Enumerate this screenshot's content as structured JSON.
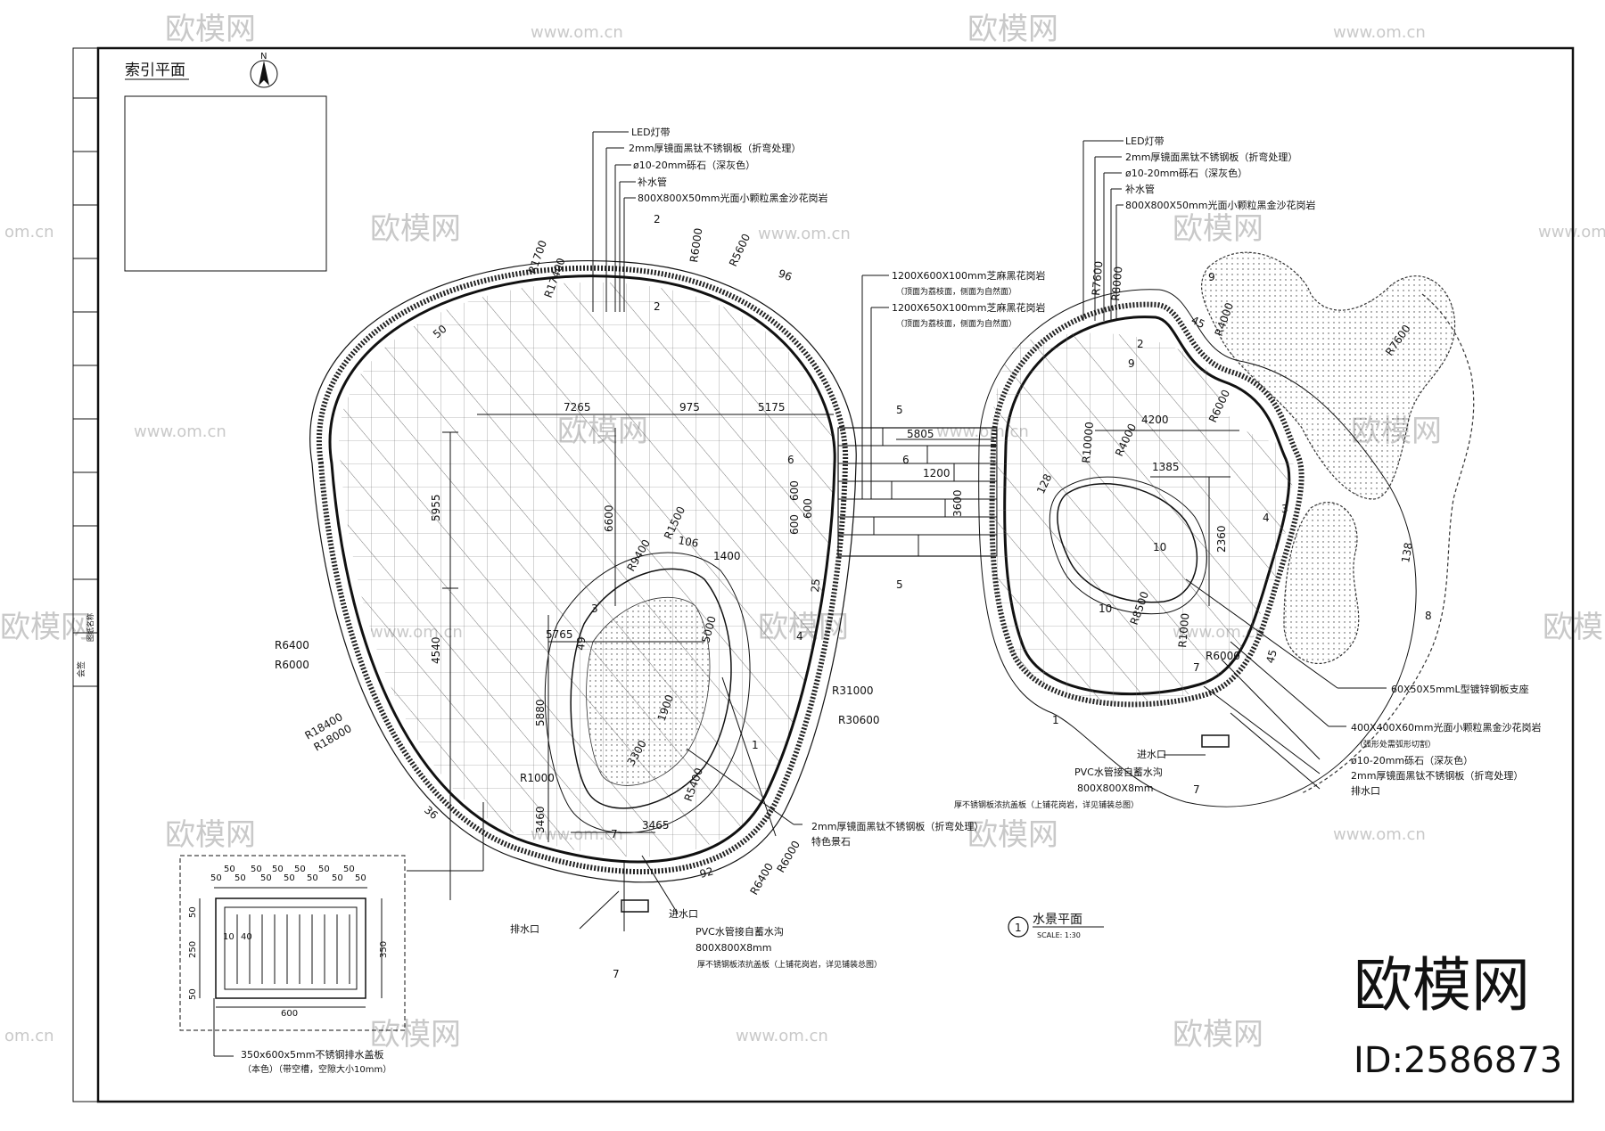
{
  "watermark": {
    "brand": "欧模网",
    "url": "www.om.cn",
    "url_partial": "om.cn",
    "id_label": "ID:2586873"
  },
  "index_plan": {
    "title": "索引平面",
    "north": "N"
  },
  "title_block": {
    "col1": "会签",
    "col2": "图纸名称"
  },
  "left_pool_labels": [
    "LED灯带",
    "2mm厚镜面黑钛不锈钢板（折弯处理）",
    "ø10-20mm砾石（深灰色）",
    "补水管",
    "800X800X50mm光面小颗粒黑金沙花岗岩"
  ],
  "right_pool_labels": [
    "LED灯带",
    "2mm厚镜面黑钛不锈钢板（折弯处理）",
    "ø10-20mm砾石（深灰色）",
    "补水管",
    "800X800X50mm光面小颗粒黑金沙花岗岩"
  ],
  "bridge_labels": [
    "1200X600X100mm芝麻黑花岗岩",
    "（顶面为荔枝面，侧面为自然面）",
    "1200X650X100mm芝麻黑花岗岩",
    "（顶面为荔枝面，侧面为自然面）"
  ],
  "left_bottom_labels": [
    "进水口",
    "PVC水管接自蓄水沟",
    "800X800X8mm",
    "厚不锈钢板浓抗盖板（上铺花岗岩，详见铺装总图）",
    "排水口",
    "2mm厚镜面黑钛不锈钢板（折弯处理）",
    "特色景石"
  ],
  "right_bottom_labels": [
    "60X50X5mmL型镀锌钢板支座",
    "400X400X60mm光面小颗粒黑金沙花岗岩",
    "（弧形处需弧形切割）",
    "ø10-20mm砾石（深灰色）",
    "2mm厚镜面黑钛不锈钢板（折弯处理）",
    "排水口"
  ],
  "right_inlet_labels": [
    "进水口",
    "PVC水管接自蓄水沟",
    "800X800X8mm",
    "厚不锈钢板浓抗盖板（上铺花岗岩，详见铺装总图）"
  ],
  "cover_detail": {
    "note1": "350x600x5mm不锈钢排水盖板",
    "note2": "（本色）（带空槽，空隙大小10mm）",
    "dims_top": [
      "50",
      "50",
      "50",
      "50",
      "50",
      "50",
      "50",
      "50",
      "50",
      "50",
      "50",
      "50",
      "50"
    ],
    "dim_250": "250",
    "dim_350": "350",
    "dim_600": "600",
    "dim_50a": "50",
    "dim_50b": "50",
    "dim_10": "10",
    "dim_40": "40"
  },
  "plan_title": {
    "number": "1",
    "title": "水景平面",
    "scale": "SCALE: 1:30"
  },
  "dims": {
    "d7265": "7265",
    "d975": "975",
    "d5175": "5175",
    "d5955": "5955",
    "d6600": "6600",
    "d5765": "5765",
    "d4540": "4540",
    "d5880": "5880",
    "d3460": "3460",
    "d3465": "3465",
    "d5805": "5805",
    "d1200": "1200",
    "d3600": "3600",
    "d600a": "600",
    "d600b": "600",
    "d600c": "600",
    "d4200": "4200",
    "d1385": "1385",
    "d2360": "2360",
    "d1400": "1400",
    "d3300": "3300",
    "d1900": "1900",
    "d5000": "5000",
    "d50": "50",
    "d96": "96",
    "d92": "92",
    "d36": "36",
    "d25": "25",
    "d49": "49",
    "d106": "106",
    "d128": "128",
    "d138": "138",
    "d45a": "45",
    "d45b": "45",
    "r1700": "R1700",
    "r17400": "R17400",
    "r6000": "R6000",
    "r5600": "R5600",
    "r1500": "R1500",
    "r9400": "R9400",
    "r6400": "R6400",
    "r6000b": "R6000",
    "r18400": "R18400",
    "r18000": "R18000",
    "r1000": "R1000",
    "r31000": "R31000",
    "r30600": "R30600",
    "r5400": "R5400",
    "r6000c": "R6000",
    "r6400b": "R6400",
    "r7600": "R7600",
    "r8000": "R8000",
    "r4000": "R4000",
    "r6000d": "R6000",
    "r10000": "R10000",
    "r4000b": "R4000",
    "r8500": "R8500",
    "r1000b": "R1000",
    "r6000e": "R6000",
    "r7600b": "R7600"
  },
  "section_marks": [
    "2",
    "2",
    "5",
    "5",
    "6",
    "6",
    "3",
    "4",
    "1",
    "7",
    "7",
    "2",
    "9",
    "10",
    "10",
    "7",
    "7",
    "1",
    "8",
    "9",
    "4",
    "3"
  ]
}
